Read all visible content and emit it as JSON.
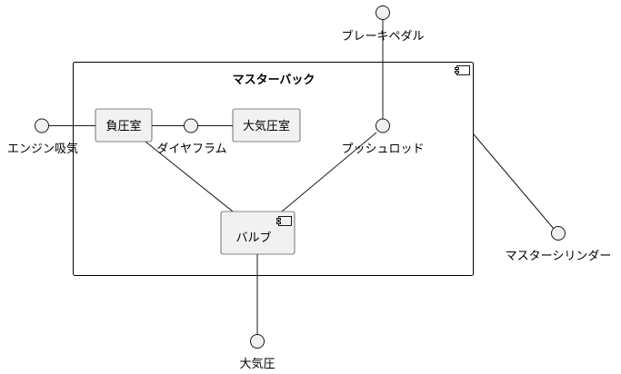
{
  "diagram": {
    "container": {
      "title": "マスターバック",
      "icon": "component-icon"
    },
    "components": {
      "negative_chamber": "負圧室",
      "atmospheric_chamber": "大気圧室",
      "valve": "バルブ"
    },
    "interfaces": {
      "brake_pedal": "ブレーキペダル",
      "engine_intake": "エンジン吸気",
      "diaphragm": "ダイヤフラム",
      "push_rod": "プッシュロッド",
      "master_cylinder": "マスターシリンダー",
      "atmospheric_pressure": "大気圧"
    }
  }
}
